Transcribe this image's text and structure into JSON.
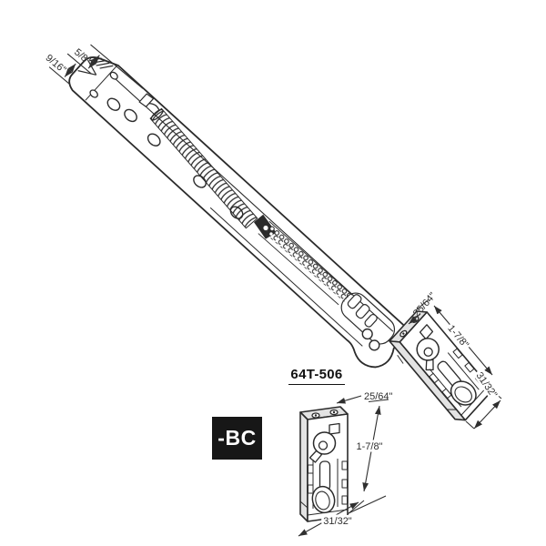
{
  "part": {
    "number": "64T-506",
    "variant_badge": "-BC"
  },
  "dimensions": {
    "channel": {
      "outer": "5/8\"",
      "inner": "9/16\""
    },
    "shoe": {
      "depth": "25/64\"",
      "height": "1-7/8\"",
      "width": "31/32\""
    }
  },
  "colors": {
    "background": "#ffffff",
    "line": "#2b2b2b",
    "shade": "#e3e3e3",
    "badge_background": "#171717",
    "badge_text": "#ffffff"
  }
}
